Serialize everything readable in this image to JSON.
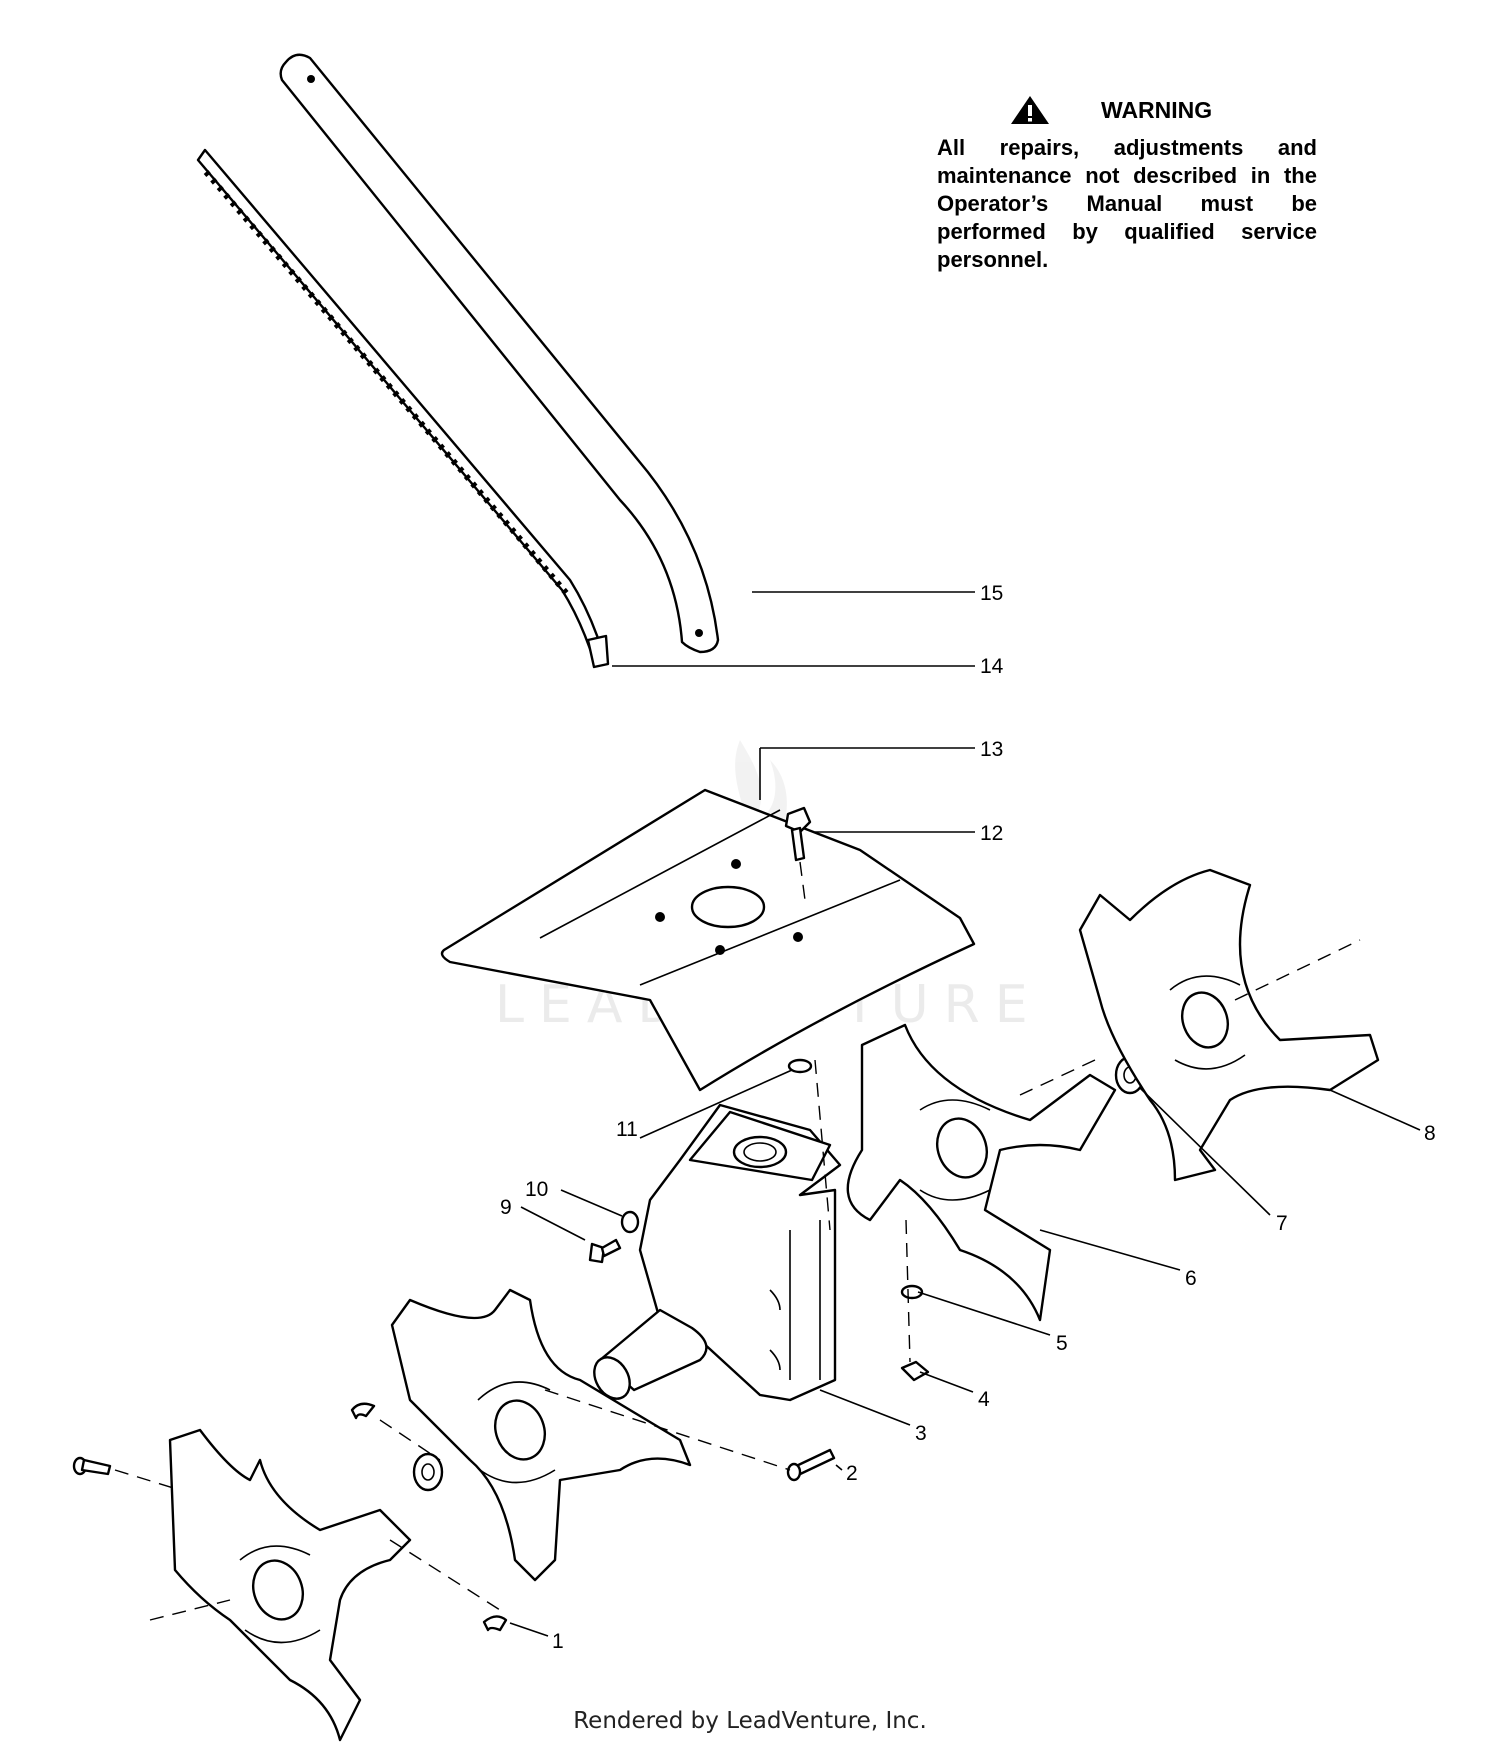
{
  "warning": {
    "title": "WARNING",
    "text": "All repairs, adjustments and maintenance not described in the Operator’s Manual must be performed by qualified service personnel."
  },
  "callouts": [
    "1",
    "2",
    "3",
    "4",
    "5",
    "6",
    "7",
    "8",
    "9",
    "10",
    "11",
    "12",
    "13",
    "14",
    "15"
  ],
  "watermark": "LEADVENTURE",
  "footer": "Rendered by LeadVenture, Inc.",
  "icons": [
    "warning-triangle-icon"
  ]
}
